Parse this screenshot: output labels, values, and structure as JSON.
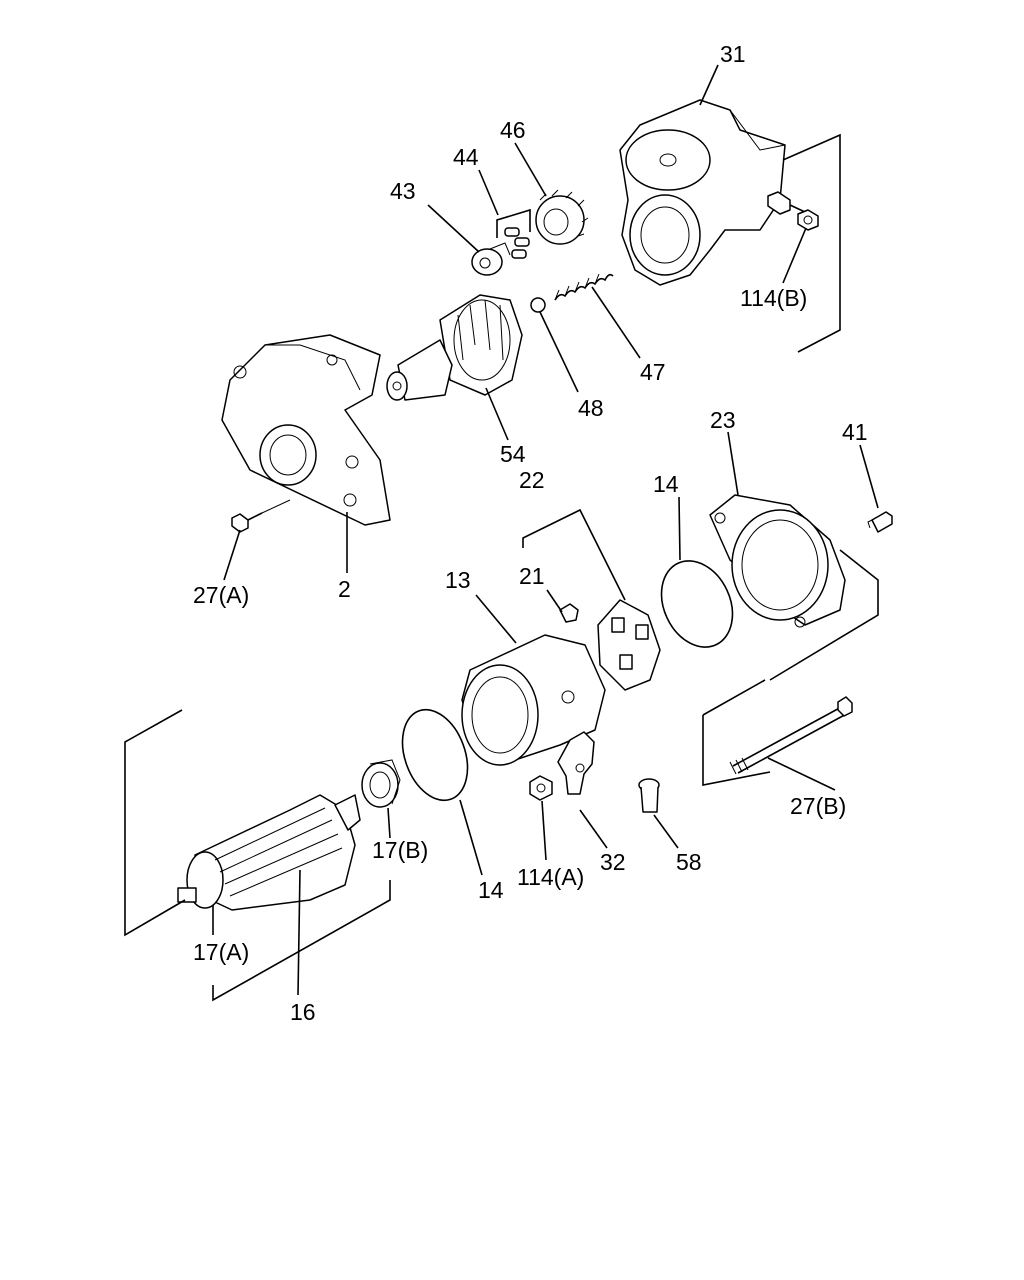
{
  "diagram": {
    "labels": {
      "p31": "31",
      "p46": "46",
      "p44": "44",
      "p43": "43",
      "p114b": "114(B)",
      "p47": "47",
      "p48": "48",
      "p54": "54",
      "p23": "23",
      "p41": "41",
      "p22": "22",
      "p14a": "14",
      "p21": "21",
      "p13": "13",
      "p27a": "27(A)",
      "p2": "2",
      "p27b": "27(B)",
      "p17b": "17(B)",
      "p14b": "14",
      "p114a": "114(A)",
      "p32": "32",
      "p58": "58",
      "p17a": "17(A)",
      "p16": "16"
    }
  }
}
